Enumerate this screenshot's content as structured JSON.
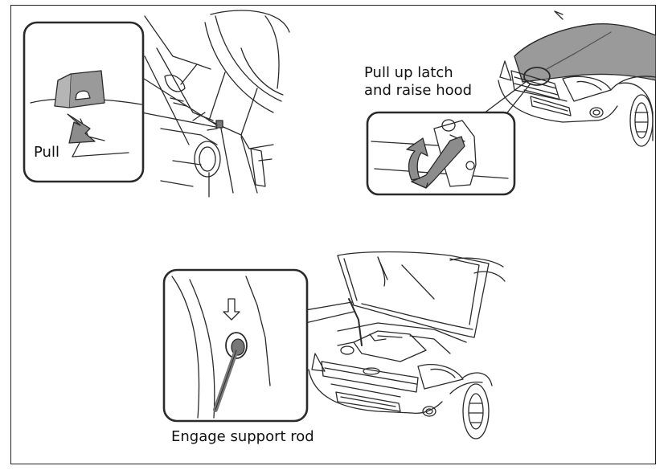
{
  "captions": {
    "pull": "Pull",
    "latch_line1": "Pull up latch",
    "latch_line2": "and raise hood",
    "support": "Engage support rod"
  },
  "colors": {
    "line": "#2a2a2a",
    "hood_fill": "#9a9a9a",
    "arrow_fill": "#8c8c8c",
    "arrow_dark": "#6f6f6f"
  },
  "figures": [
    {
      "id": "hood-release-lever",
      "callout_icon": "hood-release-lever-icon"
    },
    {
      "id": "hood-latch",
      "callout_icon": "hood-latch-icon"
    },
    {
      "id": "hood-support-rod",
      "callout_icon": "support-rod-icon"
    }
  ]
}
